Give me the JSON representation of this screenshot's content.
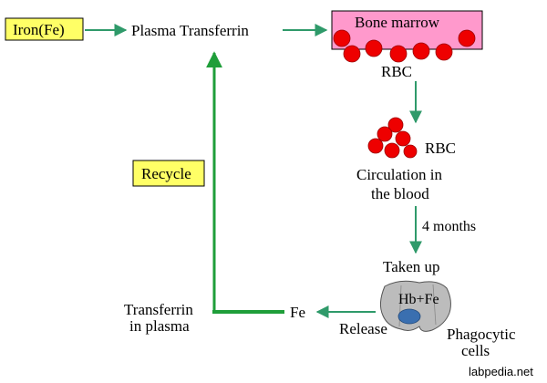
{
  "labels": {
    "iron": "Iron",
    "iron_symbol": "(Fe)",
    "plasma_transferrin": "Plasma Transferrin",
    "bone_marrow": "Bone marrow",
    "rbc_top": "RBC",
    "rbc_mid": "RBC",
    "circulation_line1": "Circulation in",
    "circulation_line2": "the blood",
    "four_months": "4 months",
    "taken_up": "Taken up",
    "hb_fe": "Hb+Fe",
    "release": "Release",
    "phagocytic_line1": "Phagocytic",
    "phagocytic_line2": "cells",
    "fe": "Fe",
    "transferrin_line1": "Transferrin",
    "transferrin_line2": "in plasma",
    "recycle": "Recycle",
    "watermark": "labpedia.net"
  },
  "colors": {
    "yellow_box": "#ffff66",
    "pink_box": "#ff99cc",
    "rbc_red": "#ee0000",
    "arrow_teal": "#2f9a6a",
    "recycle_green": "#1f9e3a",
    "cell_grey": "#bcbcbc",
    "nucleus_blue": "#3a6fb0"
  }
}
